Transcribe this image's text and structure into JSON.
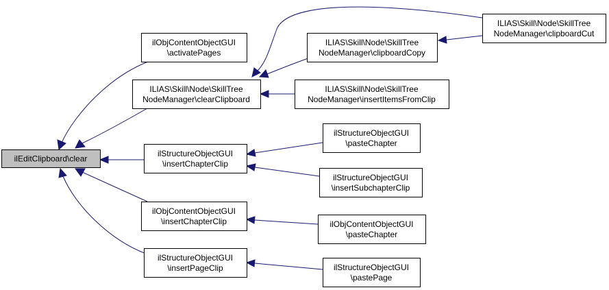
{
  "colors": {
    "edge": "#191970",
    "root_fill": "#bfbfbf",
    "node_fill": "#ffffff",
    "border": "#000000"
  },
  "nodes": {
    "clear": {
      "lines": [
        "ilEditClipboard\\clear"
      ],
      "root": true
    },
    "activatePages": {
      "lines": [
        "ilObjContentObjectGUI",
        "\\activatePages"
      ]
    },
    "clearClipboard": {
      "lines": [
        "ILIAS\\Skill\\Node\\SkillTree",
        "NodeManager\\clearClipboard"
      ]
    },
    "insertChapterClipStruct": {
      "lines": [
        "ilStructureObjectGUI",
        "\\insertChapterClip"
      ]
    },
    "insertChapterClipCO": {
      "lines": [
        "ilObjContentObjectGUI",
        "\\insertChapterClip"
      ]
    },
    "insertPageClip": {
      "lines": [
        "ilStructureObjectGUI",
        "\\insertPageClip"
      ]
    },
    "clipboardCopy": {
      "lines": [
        "ILIAS\\Skill\\Node\\SkillTree",
        "NodeManager\\clipboardCopy"
      ]
    },
    "insertItemsFromClip": {
      "lines": [
        "ILIAS\\Skill\\Node\\SkillTree",
        "NodeManager\\insertItemsFromClip"
      ]
    },
    "clipboardCut": {
      "lines": [
        "ILIAS\\Skill\\Node\\SkillTree",
        "NodeManager\\clipboardCut"
      ]
    },
    "pasteChapterStruct": {
      "lines": [
        "ilStructureObjectGUI",
        "\\pasteChapter"
      ]
    },
    "insertSubchapterClip": {
      "lines": [
        "ilStructureObjectGUI",
        "\\insertSubchapterClip"
      ]
    },
    "pasteChapterCO": {
      "lines": [
        "ilObjContentObjectGUI",
        "\\pasteChapter"
      ]
    },
    "pastePage": {
      "lines": [
        "ilStructureObjectGUI",
        "\\pastePage"
      ]
    }
  },
  "edges": [
    {
      "from": "activatePages",
      "to": "clear"
    },
    {
      "from": "clearClipboard",
      "to": "clear"
    },
    {
      "from": "insertChapterClipStruct",
      "to": "clear"
    },
    {
      "from": "insertChapterClipCO",
      "to": "clear"
    },
    {
      "from": "insertPageClip",
      "to": "clear"
    },
    {
      "from": "clipboardCopy",
      "to": "clearClipboard"
    },
    {
      "from": "insertItemsFromClip",
      "to": "clearClipboard"
    },
    {
      "from": "clipboardCut",
      "to": "clearClipboard"
    },
    {
      "from": "clipboardCut",
      "to": "clipboardCopy"
    },
    {
      "from": "pasteChapterStruct",
      "to": "insertChapterClipStruct"
    },
    {
      "from": "insertSubchapterClip",
      "to": "insertChapterClipStruct"
    },
    {
      "from": "pasteChapterCO",
      "to": "insertChapterClipCO"
    },
    {
      "from": "pastePage",
      "to": "insertPageClip"
    }
  ]
}
